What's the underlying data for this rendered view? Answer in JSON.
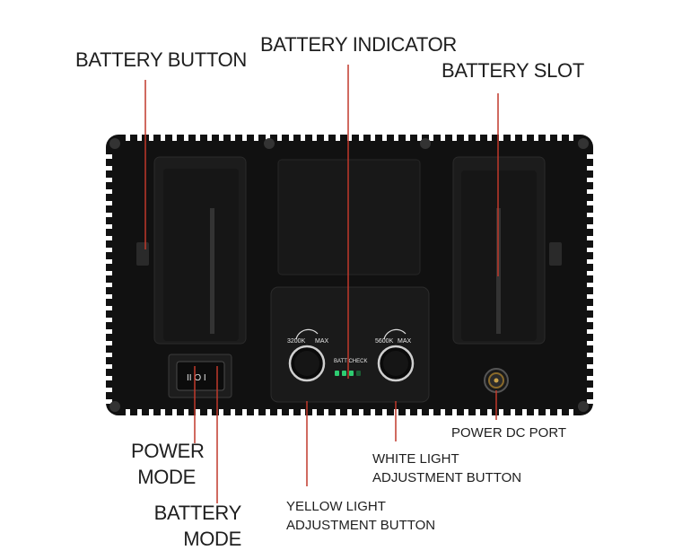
{
  "labels": {
    "battery_button": "BATTERY BUTTON",
    "battery_indicator": "BATTERY INDICATOR",
    "battery_slot": "BATTERY SLOT",
    "power_mode_line1": "POWER",
    "power_mode_line2": "MODE",
    "battery_mode_line1": "BATTERY",
    "battery_mode_line2": "MODE",
    "yellow_light_line1": "YELLOW LIGHT",
    "yellow_light_line2": "ADJUSTMENT BUTTON",
    "white_light_line1": "WHITE LIGHT",
    "white_light_line2": "ADJUSTMENT BUTTON",
    "power_dc_port": "POWER DC PORT"
  },
  "device": {
    "knob_left_low": "3200K",
    "knob_left_high": "MAX",
    "knob_right_low": "5600K",
    "knob_right_high": "MAX",
    "batt_check": "BATT CHECK",
    "switch_symbols": "II O I"
  },
  "colors": {
    "leader_line": "#c0392b",
    "device_body": "#0f0f0f",
    "led": "#2ecc71"
  }
}
